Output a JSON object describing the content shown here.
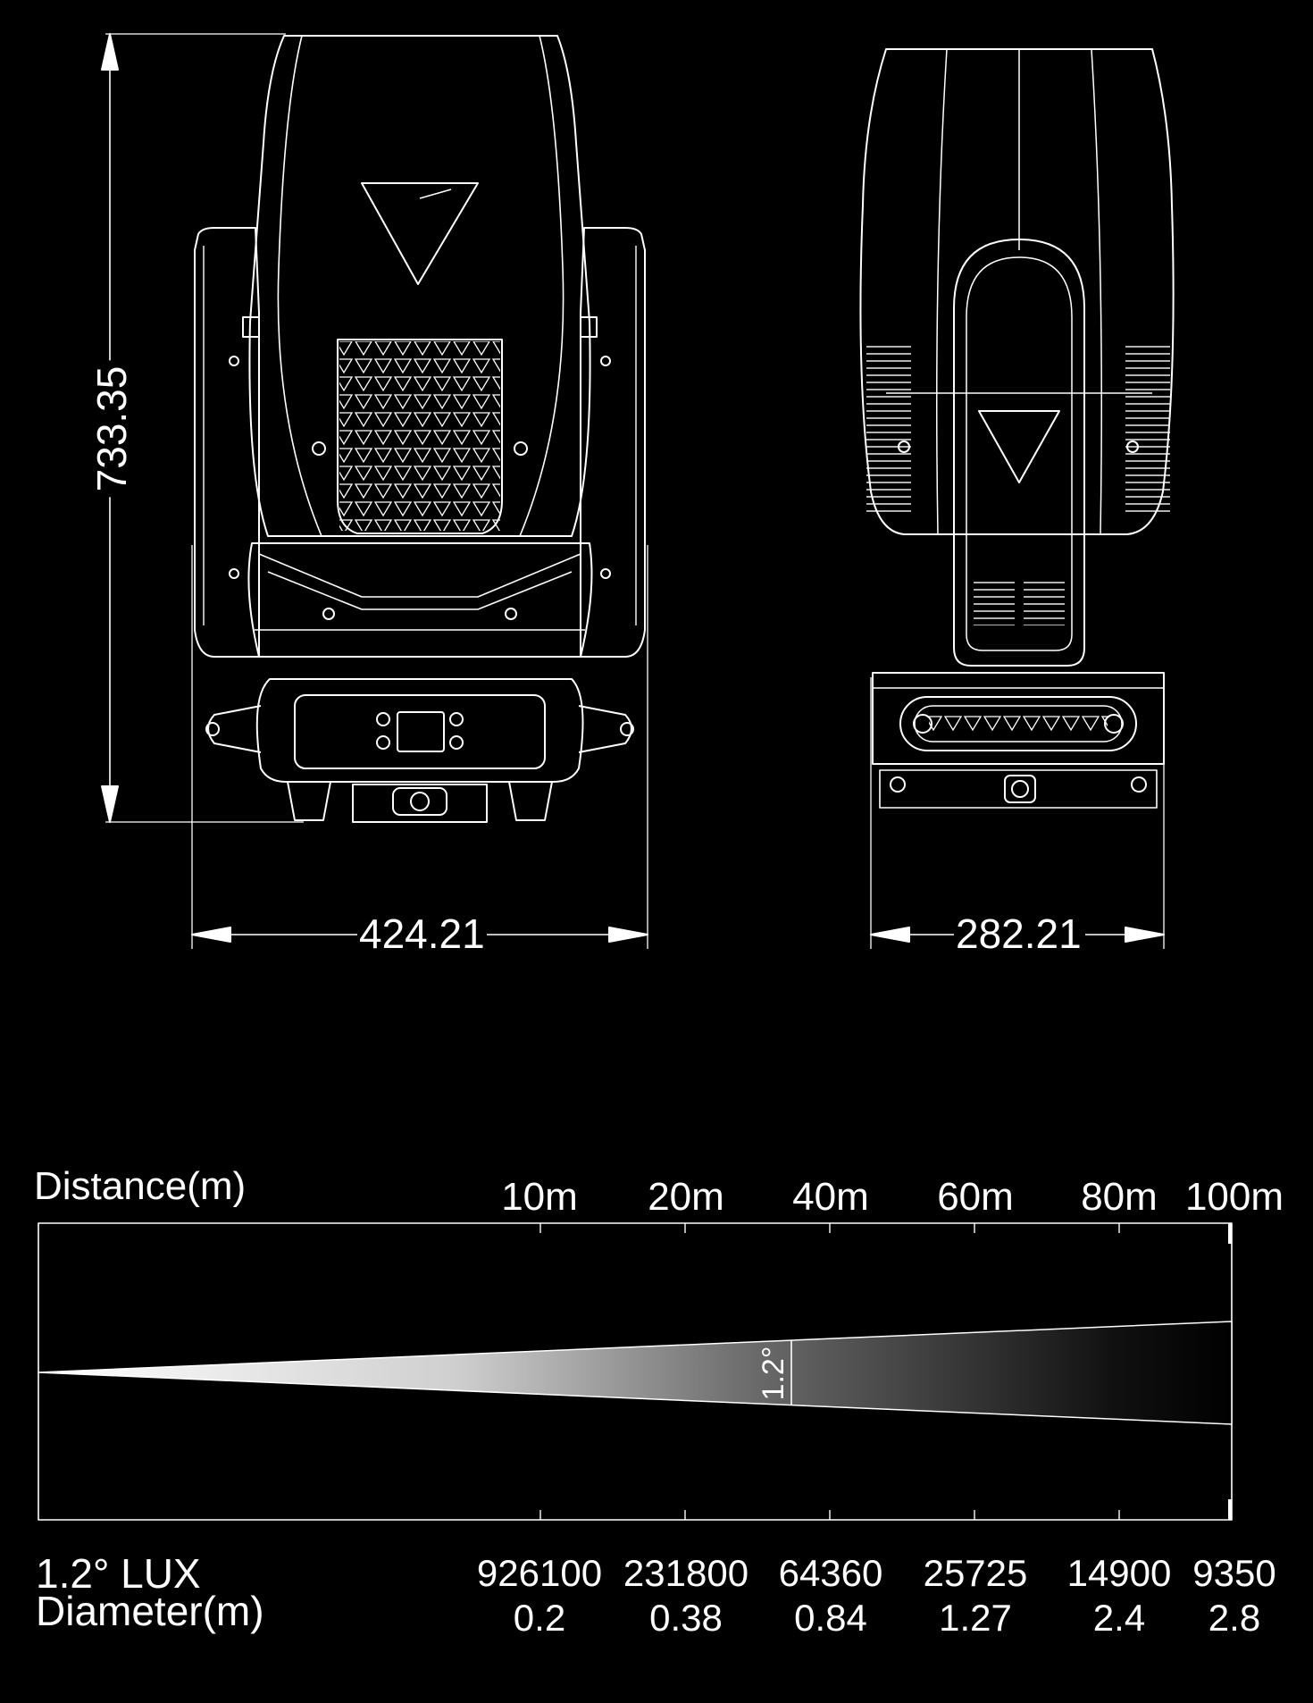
{
  "drawing": {
    "height_dim": "733.35",
    "front_width_dim": "424.21",
    "side_width_dim": "282.21",
    "line_color": "#ffffff",
    "background": "#000000"
  },
  "chart_data": {
    "type": "beam-diagram",
    "beam_angle_label": "1.2°",
    "x_axis_title": "Distance(m)",
    "distances": [
      "10m",
      "20m",
      "40m",
      "60m",
      "80m",
      "100m"
    ],
    "lux_label": "1.2° LUX",
    "lux": [
      "926100",
      "231800",
      "64360",
      "25725",
      "14900",
      "9350"
    ],
    "diameter_label": "Diameter(m)",
    "diameters": [
      "0.2",
      "0.38",
      "0.84",
      "1.27",
      "2.4",
      "2.8"
    ]
  }
}
